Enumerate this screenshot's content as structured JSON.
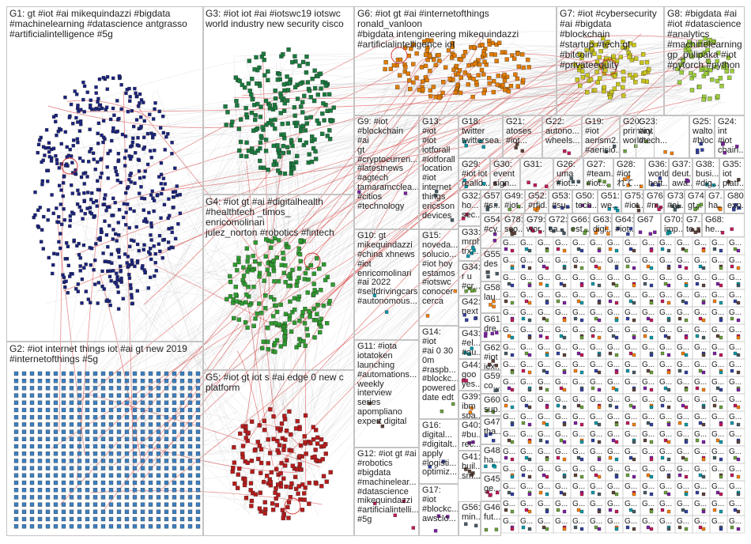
{
  "colors": {
    "G1": "#1a237e",
    "G2": "#3d7fbf",
    "G3": "#1b7a3e",
    "G4": "#2f9a2f",
    "G5": "#b51c1c",
    "G6": "#e07b00",
    "G7": "#c9c41d",
    "G8": "#9ccc3c",
    "edge": "#9e9e9e",
    "hot": "#d32f2f"
  },
  "groups": [
    {
      "id": "G1",
      "label": "G1: gt #iot #ai mikequindazzi #bigdata\n#machinelearning #datascience antgrasso\n#artificialintelligence #5g"
    },
    {
      "id": "G2",
      "label": "G2: #iot internet things iot #ai gt new 2019\n#internetofthings #5g"
    },
    {
      "id": "G3",
      "label": "G3: #iot iot #ai #iotswc19 iotswc\nworld industry new security cisco"
    },
    {
      "id": "G4",
      "label": "G4: #iot gt #ai #digitalhealth\n#healthtech _timos_ enricomolinari\njulez_norton #robotics #fintech"
    },
    {
      "id": "G5",
      "label": "G5: #iot gt iot s #ai edge 0 new c\nplatform"
    },
    {
      "id": "G6",
      "label": "G6: #iot gt #ai #internetofthings ronald_vanloon\n#bigdata intengineering mikequindazzi\n#artificialintelligence iot"
    },
    {
      "id": "G7",
      "label": "G7: #iot #cybersecurity\n#ai #bigdata #blockchain\n#startup #tech gt #bitcoin\n#privateequity"
    },
    {
      "id": "G8",
      "label": "G8: #bigdata #ai\n#iot #datascience\n#analytics\n#machinelearning\ngp_pulipaka #iot\n#pytorch #python"
    },
    {
      "id": "G9",
      "label": "G9: #iot\n#blockchain #ai\ngt\n#cryptocurren...\n#latestnews\n#agtech\ntamaramcclea...\n#citios\n#technology"
    },
    {
      "id": "G10",
      "label": "G10: gt\nmikequindazzi\n#china xhnews\n#iot\nenricomolinari\n#ai 2022\n#selfdrivingcars\n#autonomous..."
    },
    {
      "id": "G11",
      "label": "G11: #iota\niotatoken\nlaunching\n#automations...\nweekly\ninterview series\napompliano\nexpert digital"
    },
    {
      "id": "G12",
      "label": "G12: #iot gt #ai\n#robotics\n#bigdata\n#machinelear...\n#datascience\nmikequindazzi\n#artificialintelli...\n#5g"
    },
    {
      "id": "G13",
      "label": "G13: #iot\n#iot\niotforall\n#iotforall\nlocation\n#iot\ninternet\nthings\nericsson\ndevices"
    },
    {
      "id": "G14",
      "label": "G14: #iot\n#ai 0 30\n0m\n#raspb...\n#blockc...\npowered\ndate edt"
    },
    {
      "id": "G15",
      "label": "G15:\nnoveda...\nsolucio...\n#iot hoy\nestamos\n#iotswc\nconocer\ncerca"
    },
    {
      "id": "G16",
      "label": "G16:\ndigital...\n#digitalt...\napply\n#logisti...\noptimiz..."
    },
    {
      "id": "G17",
      "label": "G17: #iot\n#blockc...\nawsclo..."
    },
    {
      "id": "G18",
      "label": "G18:\ntwitter\ntwittersea..."
    },
    {
      "id": "G21",
      "label": "G21:\natoses\n#iot..."
    },
    {
      "id": "G22",
      "label": "G22:\nautono...\nwheels..."
    },
    {
      "id": "G19",
      "label": "G19: #iot\naerism2...\n#aerisio..."
    },
    {
      "id": "G20",
      "label": "G20:\nprimary...\nworld..."
    },
    {
      "id": "G23",
      "label": "G23:\n#iot\n#tech..."
    },
    {
      "id": "G25",
      "label": "G25:\nwalto...\n#bloc..."
    },
    {
      "id": "G24",
      "label": "G24:\nint #iot\nchain..."
    },
    {
      "id": "G29",
      "label": "G29:\n#iot iot\nrealid..."
    },
    {
      "id": "G30",
      "label": "G30:\nevent\nsign..."
    },
    {
      "id": "G31",
      "label": "G31:"
    },
    {
      "id": "G26",
      "label": "G26:\numa\n#iot..."
    },
    {
      "id": "G27",
      "label": "G27:\n#team...\n#iot..."
    },
    {
      "id": "G28",
      "label": "G28:\n#iot\nれて..."
    },
    {
      "id": "G36",
      "label": "G36:\nworld\nbett..."
    },
    {
      "id": "G37",
      "label": "G37:\ndeut...\nawa..."
    },
    {
      "id": "G38",
      "label": "G38:\nbusi...\n#dig..."
    },
    {
      "id": "G35",
      "label": "G35:\niot\nplatf..."
    },
    {
      "id": "G32",
      "label": "G32:\nho...\nsec..."
    },
    {
      "id": "G57",
      "label": "G57:\n#s..."
    },
    {
      "id": "G49",
      "label": "G49:\n#iot..."
    },
    {
      "id": "G52",
      "label": "G52:\n#rfid..."
    },
    {
      "id": "G53",
      "label": "G53:\n#su..."
    },
    {
      "id": "G50",
      "label": "G50:\ntech..."
    },
    {
      "id": "G51",
      "label": "G51:\nwe..."
    },
    {
      "id": "G75",
      "label": "G75:\n#iot..."
    },
    {
      "id": "G76",
      "label": "G76:\n#m..."
    },
    {
      "id": "G73",
      "label": "G73:\n#ai..."
    },
    {
      "id": "G74",
      "label": "G74:\ngt..."
    },
    {
      "id": "G7x",
      "label": "G7...\nha..."
    },
    {
      "id": "G80",
      "label": "G80:\nexp..."
    },
    {
      "id": "G54",
      "label": "G54:\n#cy..."
    },
    {
      "id": "G33",
      "label": "G33:\nmrph\ntrx..."
    },
    {
      "id": "G78",
      "label": "G78:\nsco..."
    },
    {
      "id": "G79",
      "label": "G79:\nwor..."
    },
    {
      "id": "G72",
      "label": "G72:\nca..."
    },
    {
      "id": "G66",
      "label": "G66:\nest..."
    },
    {
      "id": "G63",
      "label": "G63:\ndigi..."
    },
    {
      "id": "G64",
      "label": "G64:\n#iot..."
    },
    {
      "id": "G67",
      "label": "G67"
    },
    {
      "id": "G70",
      "label": "G70:\nimp..."
    },
    {
      "id": "G71",
      "label": "G7...\nte..."
    },
    {
      "id": "G68",
      "label": "G68:\nhe..."
    },
    {
      "id": "G55",
      "label": "G55:\ndes"
    },
    {
      "id": "G34",
      "label": "G34:\nr u\n#cr..."
    },
    {
      "id": "G58",
      "label": "G58:\nlau..."
    },
    {
      "id": "G42",
      "label": "G42:\nnext"
    },
    {
      "id": "G61",
      "label": "G61:\ndre..."
    },
    {
      "id": "G43",
      "label": "G43:\n#el...\n#au..."
    },
    {
      "id": "G62",
      "label": "G62:\n#iot\niex..."
    },
    {
      "id": "G44",
      "label": "G44:\ngoo\nyes..."
    },
    {
      "id": "G59",
      "label": "G59:\nco..."
    },
    {
      "id": "G60",
      "label": "G60:\nsup..."
    },
    {
      "id": "G39",
      "label": "G39:\nibm\nspa..."
    },
    {
      "id": "G47",
      "label": "G47:\ntha..."
    },
    {
      "id": "G40",
      "label": "G40:\n#bu...\nrec..."
    },
    {
      "id": "G48",
      "label": "G48:\nha..."
    },
    {
      "id": "G41",
      "label": "G41:\nbuil...\nsm..."
    },
    {
      "id": "G45",
      "label": "G45:\nge..."
    },
    {
      "id": "G56",
      "label": "G56:\nmin..."
    },
    {
      "id": "G46",
      "label": "G46:\nfut..."
    }
  ],
  "grid_cell_label": "G..."
}
